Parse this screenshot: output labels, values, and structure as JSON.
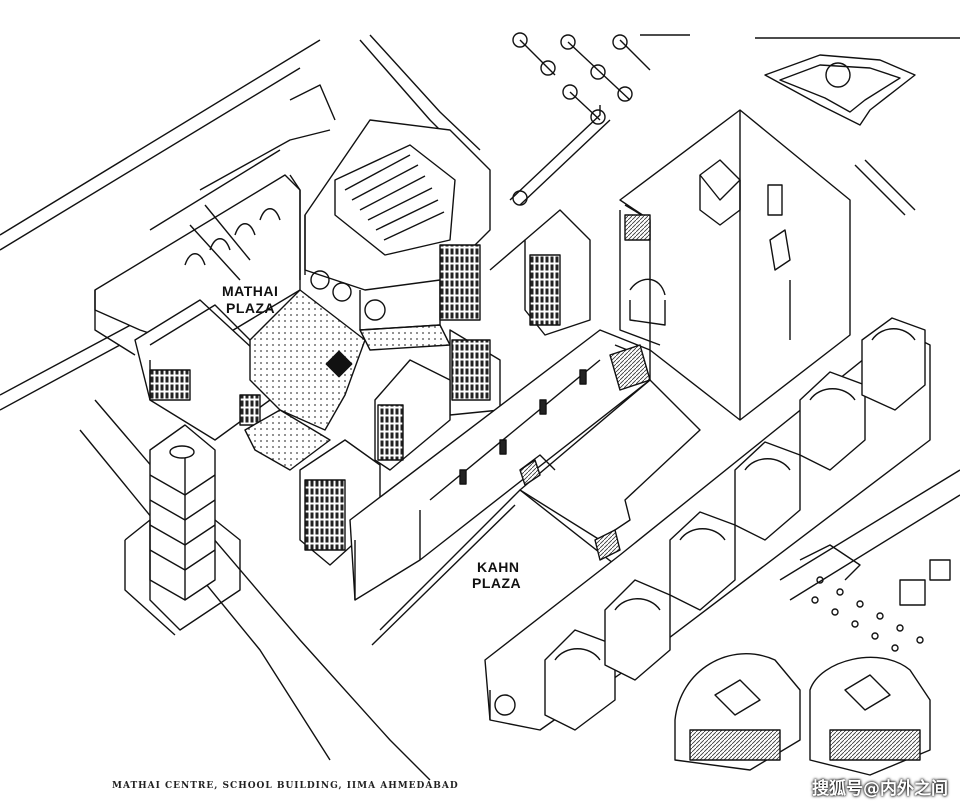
{
  "labels": {
    "mathai_line1": "MATHAI",
    "mathai_line2": "PLAZA",
    "kahn_line1": "KAHN",
    "kahn_line2": "PLAZA"
  },
  "caption": "MATHAI CENTRE, SCHOOL BUILDING, IIMA AHMEDABAD",
  "watermark": "搜狐号@内外之间"
}
